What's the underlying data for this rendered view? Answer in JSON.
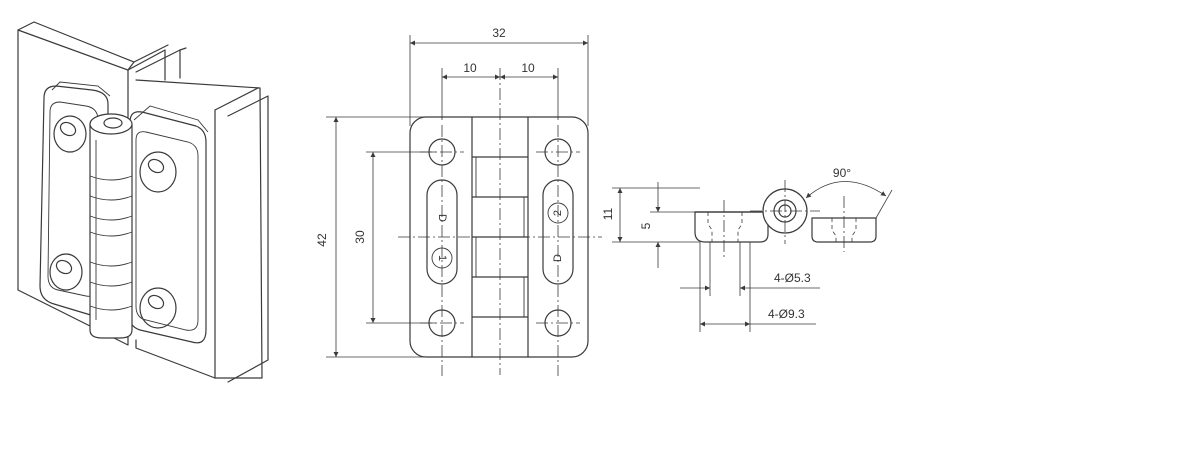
{
  "dimensions": {
    "overall_width": "32",
    "hole_offset_left": "10",
    "hole_offset_right": "10",
    "overall_height": "42",
    "hole_spacing": "30",
    "side_height": "11",
    "leaf_thickness": "5",
    "rotation_angle": "90°",
    "small_hole": "4-Ø5.3",
    "counterbore": "4-Ø9.3"
  },
  "markings": {
    "left_top": "D",
    "left_bottom": "1",
    "right_top": "2",
    "right_bottom": "D"
  }
}
